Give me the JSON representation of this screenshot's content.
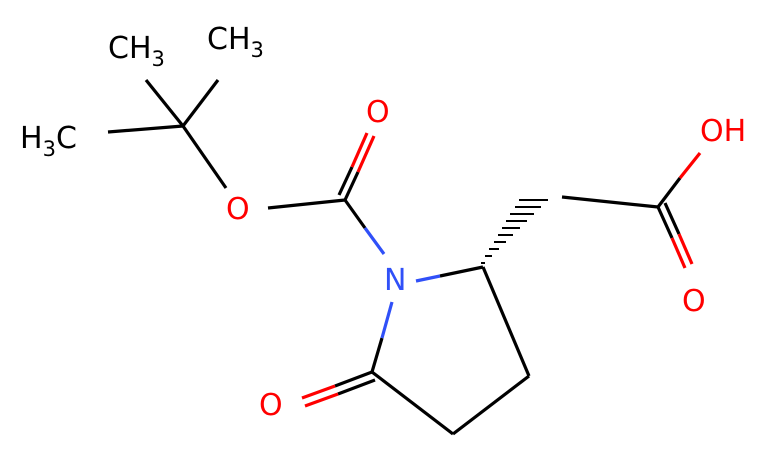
{
  "colors": {
    "carbon": "#000000",
    "oxygen": "#ff0000",
    "nitrogen": "#3050f8",
    "background": "#ffffff"
  },
  "labels": {
    "ch3_top_left": {
      "main": "CH",
      "sub": "3"
    },
    "ch3_top_right": {
      "main": "CH",
      "sub": "3"
    },
    "h3c_left": {
      "main_h": "H",
      "sub": "3",
      "main_c": "C"
    },
    "o_ester": "O",
    "o_carbonyl_boc": "O",
    "n_ring": "N",
    "o_lactam": "O",
    "oh_acid": "OH",
    "o_acid_carbonyl": "O"
  }
}
